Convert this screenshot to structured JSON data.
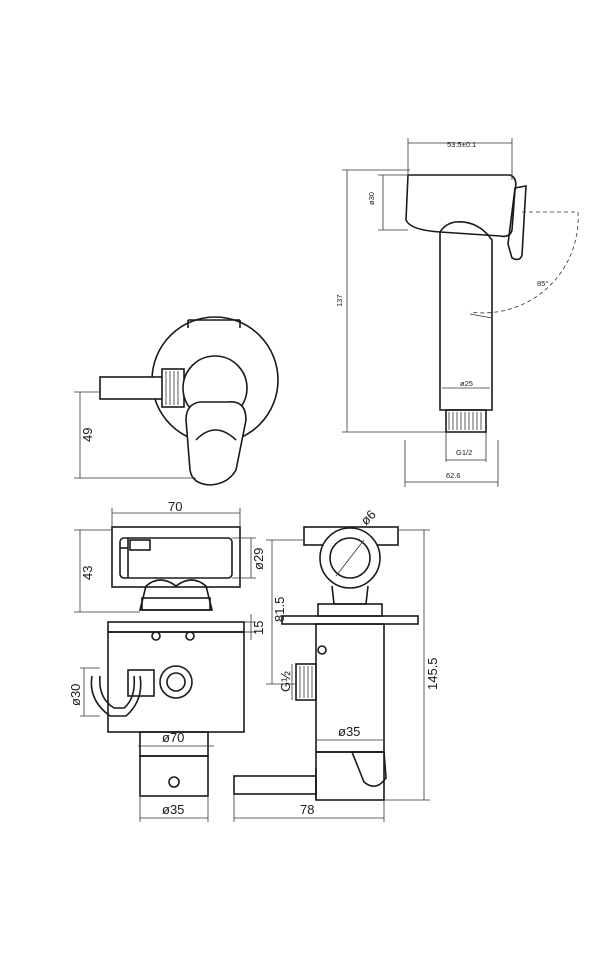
{
  "drawing": {
    "handshower": {
      "width_top": "53.5±0.1",
      "dia_head": "ø30",
      "angle": "85°",
      "height": "137",
      "dia_body": "ø25",
      "thread": "G1/2",
      "length": "62.6"
    },
    "side_view": {
      "depth": "49"
    },
    "front_view": {
      "width": "70",
      "top_height": "43",
      "dia_handle": "ø29",
      "plate": "15",
      "dia_holder": "ø30",
      "dia_plate": "ø70",
      "dia_outlet": "ø35"
    },
    "right_view": {
      "dia_small": "ø6",
      "height_mid": "81.5",
      "height_total": "145.5",
      "thread": "G½",
      "dia_body": "ø35",
      "length": "78"
    }
  }
}
